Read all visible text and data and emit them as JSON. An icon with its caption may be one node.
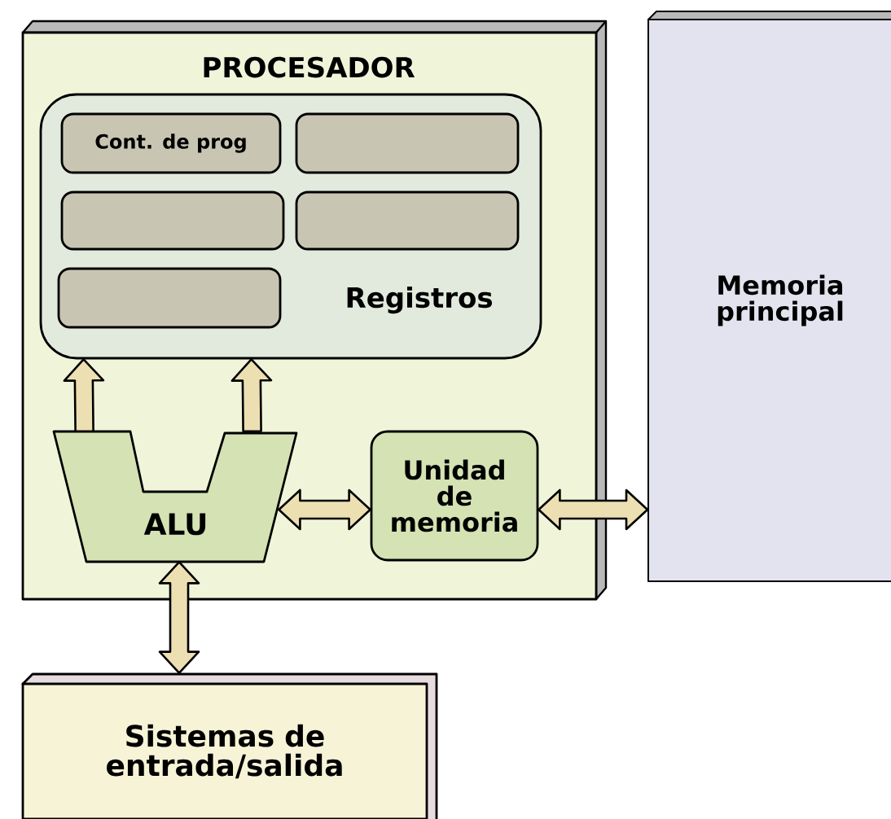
{
  "diagram": {
    "nodes": [
      {
        "text": [
          "PROCESADOR"
        ]
      },
      {
        "text": [
          "Registros"
        ],
        "in": 0
      },
      {
        "text": [
          "Cont. de prog"
        ],
        "in": 1
      },
      {
        "text": [],
        "shape": "box",
        "in": 1
      },
      {
        "text": [],
        "shape": "box",
        "in": 1
      },
      {
        "text": [],
        "shape": "box",
        "in": 1
      },
      {
        "text": [],
        "shape": "box",
        "in": 1
      },
      {
        "text": [
          "ALU"
        ],
        "in": 0
      },
      {
        "text": [
          "Unidad de memoria"
        ],
        "in": 0
      },
      {
        "text": [
          "Memoria principal"
        ]
      },
      {
        "text": [
          "Sistemas de entrada/salida"
        ]
      }
    ],
    "edges": [
      {
        "from": 7,
        "to": 1,
        "arrow": "to"
      },
      {
        "from": 7,
        "to": 1,
        "arrow": "to"
      },
      {
        "from": 7,
        "to": 8,
        "arrow": "both"
      },
      {
        "from": 8,
        "to": 9,
        "arrow": "both"
      },
      {
        "from": 7,
        "to": 10,
        "arrow": "both"
      }
    ]
  }
}
